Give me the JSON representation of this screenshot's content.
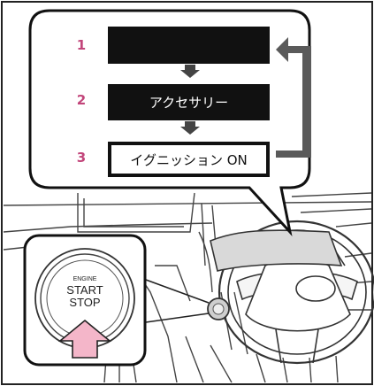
{
  "steps": [
    {
      "number": "1",
      "mode": ""
    },
    {
      "number": "2",
      "mode": "アクセサリー"
    },
    {
      "number": "3",
      "mode": "イグニッション ON"
    }
  ],
  "button": {
    "line1": "ENGINE",
    "line2": "START",
    "line3": "STOP"
  },
  "colors": {
    "accent_number": "#c2457a",
    "arrow_pink": "#f4b6c9",
    "cycle_arrow": "#5a5a5a",
    "box_dark": "#111111"
  }
}
